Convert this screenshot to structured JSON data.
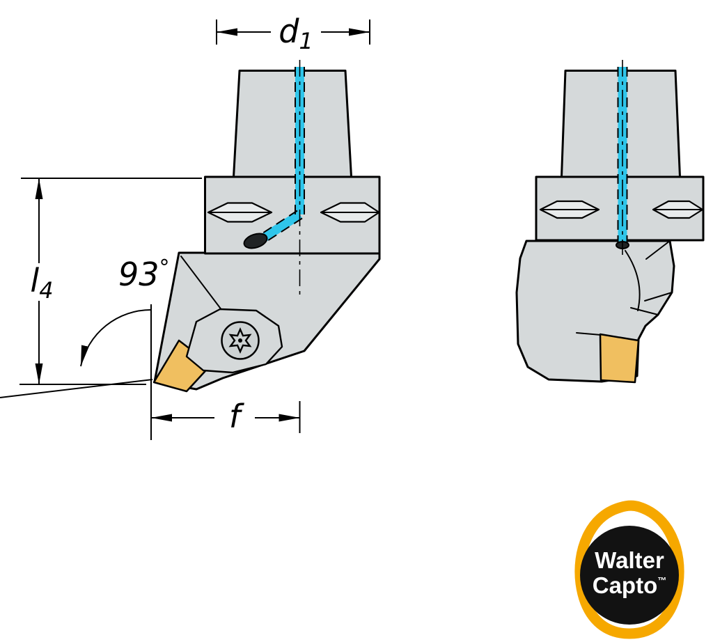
{
  "dimensions": {
    "d1": {
      "main": "d",
      "sub": "1"
    },
    "l4": {
      "main": "l",
      "sub": "4"
    },
    "angle": {
      "value": "93",
      "degree": "°"
    },
    "f": {
      "label": "f"
    }
  },
  "logo": {
    "line1": "Walter",
    "line2": "Capto",
    "tm": "™"
  },
  "colors": {
    "body_gray": "#d5d9da",
    "body_light": "#e8ebec",
    "screw_gray": "#cdd2d3",
    "channel_cyan": "#2fc5ea",
    "insert_yellow": "#f0bf60",
    "hole_dark": "#202324",
    "logo_orange": "#f6a800",
    "logo_black": "#121212",
    "line_black": "#000000",
    "background": "#ffffff"
  }
}
